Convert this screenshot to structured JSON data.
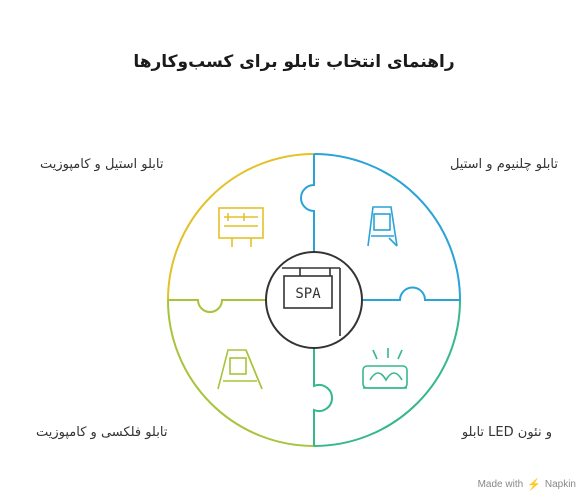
{
  "title": "راهنمای انتخاب تابلو برای کسب‌وکارها",
  "center": {
    "sign_text": "SPA"
  },
  "quadrants": [
    {
      "id": "top-left",
      "label": "تابلو استیل و کامپوزیت",
      "color": "#e3c127"
    },
    {
      "id": "top-right",
      "label": "تابلو چلنیوم و استیل",
      "color": "#2aa3d8"
    },
    {
      "id": "bottom-left",
      "label": "تابلو فلکسی و کامپوزیت",
      "color": "#a7c43a"
    },
    {
      "id": "bottom-right",
      "label": "و نئون LED تابلو",
      "color": "#35b88a"
    }
  ],
  "footer": {
    "text": "Made with",
    "brand": "Napkin"
  }
}
